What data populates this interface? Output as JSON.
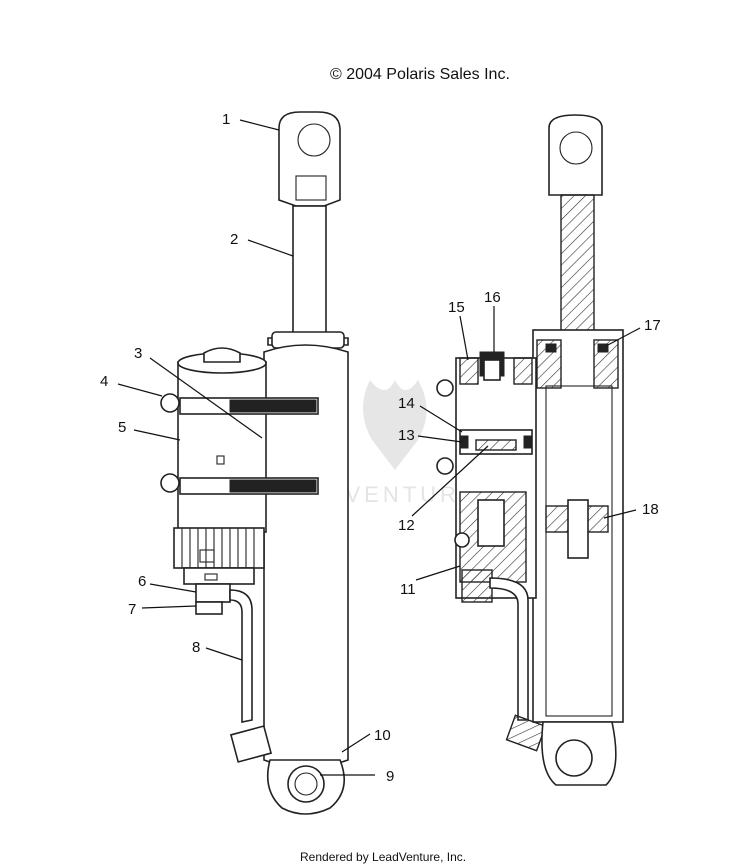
{
  "copyright": "© 2004 Polaris Sales Inc.",
  "footer": "Rendered by LeadVenture, Inc.",
  "watermark": "LEADVENTURE",
  "callouts": [
    "1",
    "2",
    "3",
    "4",
    "5",
    "6",
    "7",
    "8",
    "9",
    "10",
    "11",
    "12",
    "13",
    "14",
    "15",
    "16",
    "17",
    "18"
  ],
  "colors": {
    "line": "#222222",
    "background": "#ffffff",
    "watermark": "#e6e6e6"
  }
}
